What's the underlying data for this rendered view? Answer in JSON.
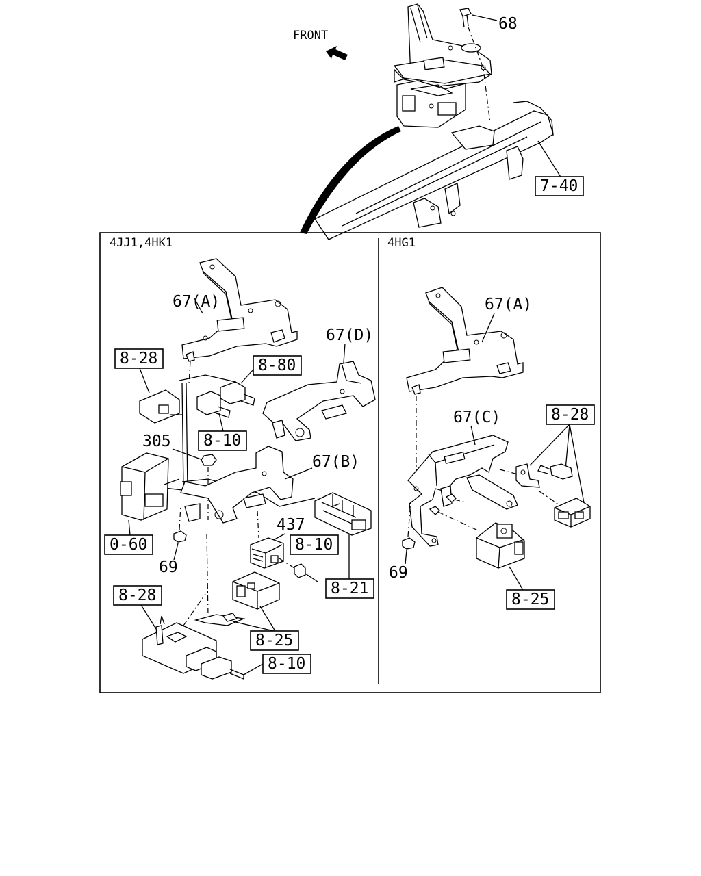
{
  "top": {
    "front": "FRONT",
    "bolt": "68",
    "ref_pipe": "7-40"
  },
  "left_panel": {
    "engine": "4JJ1,4HK1",
    "bracket_a": "67(A)",
    "bracket_b": "67(B)",
    "bracket_d": "67(D)",
    "ref_828_top": "8-28",
    "ref_880": "8-80",
    "ref_810_upper": "8-10",
    "nut_305": "305",
    "ref_060": "0-60",
    "nut_69": "69",
    "relay_437": "437",
    "ref_810_mid": "8-10",
    "ref_821": "8-21",
    "ref_828_bottom": "8-28",
    "ref_825": "8-25",
    "ref_810_bottom": "8-10"
  },
  "right_panel": {
    "engine": "4HG1",
    "bracket_a": "67(A)",
    "bracket_c": "67(C)",
    "ref_828": "8-28",
    "nut_69": "69",
    "ref_825": "8-25"
  }
}
